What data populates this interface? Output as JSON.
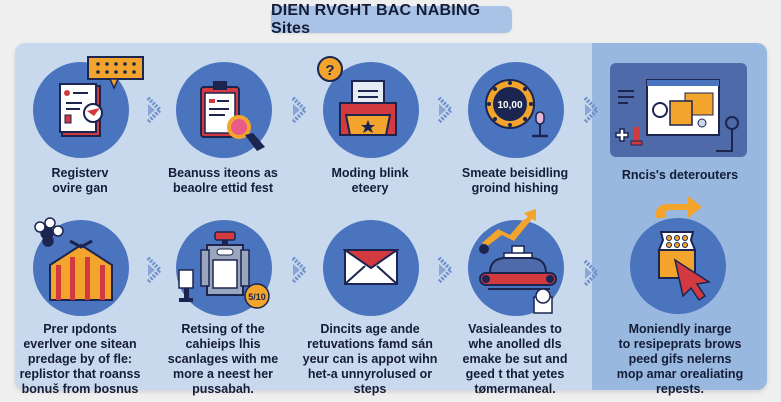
{
  "title": "DIEN RVGHT BAC NABING Sites",
  "colors": {
    "background": "#efefef",
    "panel": "#c9d9ed",
    "highlight_column": "#98b8e0",
    "circle": "#4a74bd",
    "accent_orange": "#f2a42c",
    "accent_red": "#d23a3f",
    "navy": "#1c2550"
  },
  "row1": [
    {
      "icon": "document-checklist-icon",
      "caption": [
        "Registerv",
        "ovire gan"
      ],
      "badge": "••••••"
    },
    {
      "icon": "clipboard-magnifier-icon",
      "caption": [
        "Beanuss iteons as",
        "beaolre ettid fest"
      ]
    },
    {
      "icon": "envelope-documents-icon",
      "caption": [
        "Moding blink",
        "eteery"
      ],
      "badge": "?"
    },
    {
      "icon": "roulette-wheel-icon",
      "caption": [
        "Smeate beisidling",
        "groind hishing"
      ],
      "badge": "10,00"
    },
    {
      "icon": "browser-window-icon",
      "caption": [
        "Rncis's deterouters"
      ]
    }
  ],
  "row2": [
    {
      "icon": "gift-house-icon",
      "caption": [
        "Prer ıpdonts",
        "everlver one sitean",
        "predage by of fle:",
        "replistor that roanss",
        "bonuš from bosnus"
      ]
    },
    {
      "icon": "slot-machine-icon",
      "caption": [
        "Retsing of the",
        "cahieips lhis",
        "scanlages with me",
        "more a neest her",
        "pussabah."
      ],
      "badge": "5/10"
    },
    {
      "icon": "mail-envelope-icon",
      "caption": [
        "Dincits age ande",
        "retuvations famd sán",
        "yeur can is appot wihn",
        "het-a unnyrolused or",
        "steps"
      ]
    },
    {
      "icon": "conveyor-trend-icon",
      "caption": [
        "Vasialeandes to",
        "whe anolled dls",
        "emake be sut and",
        "geed t that yetes",
        "tømermaneal."
      ]
    },
    {
      "icon": "cursor-card-icon",
      "caption": [
        "Moniendly inarge",
        "to resipeprats brows",
        "peed gifs nelerns",
        "mop amar orealiating",
        "repests."
      ]
    }
  ]
}
